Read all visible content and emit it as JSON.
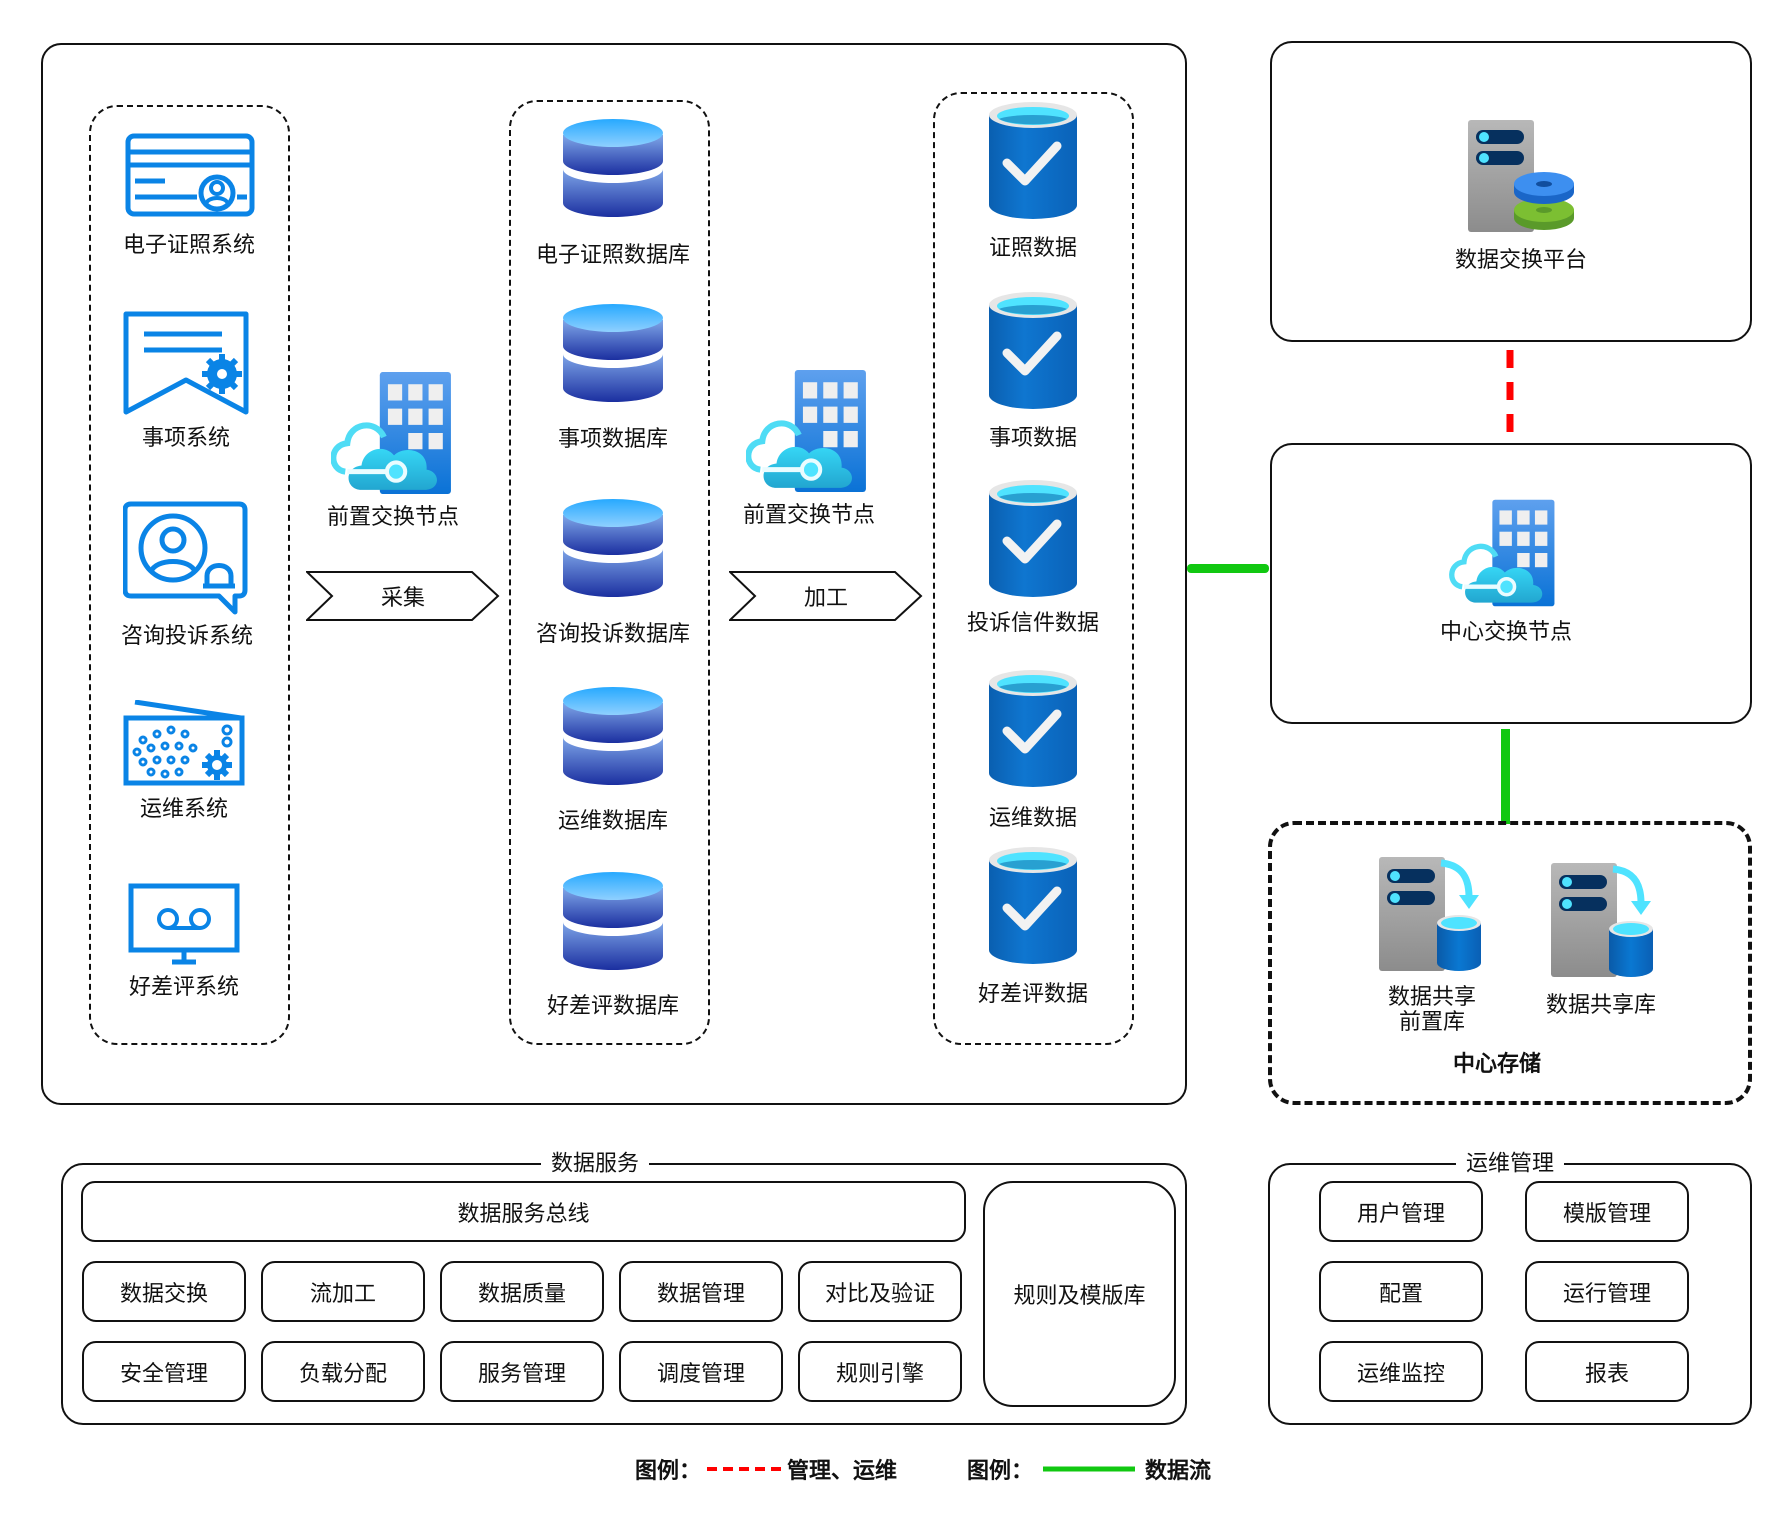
{
  "sources": {
    "items": [
      {
        "label": "电子证照系统",
        "icon": "id-card-icon"
      },
      {
        "label": "事项系统",
        "icon": "document-gear-icon"
      },
      {
        "label": "咨询投诉系统",
        "icon": "chat-user-bell-icon"
      },
      {
        "label": "运维系统",
        "icon": "radio-gear-icon"
      },
      {
        "label": "好差评系统",
        "icon": "voicemail-monitor-icon"
      }
    ]
  },
  "front_node_1": {
    "label": "前置交换节点",
    "icon": "cloud-building-icon"
  },
  "collect_arrow": {
    "label": "采集"
  },
  "databases": {
    "items": [
      {
        "label": "电子证照数据库"
      },
      {
        "label": "事项数据库"
      },
      {
        "label": "咨询投诉数据库"
      },
      {
        "label": "运维数据库"
      },
      {
        "label": "好差评数据库"
      }
    ]
  },
  "front_node_2": {
    "label": "前置交换节点",
    "icon": "cloud-building-icon"
  },
  "process_arrow": {
    "label": "加工"
  },
  "verified_data": {
    "items": [
      {
        "label": "证照数据"
      },
      {
        "label": "事项数据"
      },
      {
        "label": "投诉信件数据"
      },
      {
        "label": "运维数据"
      },
      {
        "label": "好差评数据"
      }
    ]
  },
  "exchange_platform": {
    "label": "数据交换平台",
    "icon": "server-disks-icon"
  },
  "center_node": {
    "label": "中心交换节点",
    "icon": "cloud-building-icon"
  },
  "central_storage": {
    "title": "中心存储",
    "items": [
      {
        "label_line1": "数据共享",
        "label_line2": "前置库",
        "icon": "server-database-icon"
      },
      {
        "label_line1": "数据共享库",
        "label_line2": "",
        "icon": "server-database-icon"
      }
    ]
  },
  "data_services": {
    "title": "数据服务",
    "bus": "数据服务总线",
    "row1": [
      "数据交换",
      "流加工",
      "数据质量",
      "数据管理",
      "对比及验证"
    ],
    "row2": [
      "安全管理",
      "负载分配",
      "服务管理",
      "调度管理",
      "规则引擎"
    ],
    "rules_library": "规则及模版库"
  },
  "ops_management": {
    "title": "运维管理",
    "items": [
      "用户管理",
      "模版管理",
      "配置",
      "运行管理",
      "运维监控",
      "报表"
    ]
  },
  "legend": {
    "prefix": "图例：",
    "management": {
      "label": "管理、运维",
      "color": "#ff0000",
      "style": "dashed"
    },
    "dataflow": {
      "label": "数据流",
      "color": "#11c811",
      "style": "solid"
    }
  },
  "colors": {
    "icon_blue": "#0a84e6",
    "db_top": "#2eb3ff",
    "db_bottom": "#1a3aa8",
    "check_db": "#0a6ec8",
    "green_line": "#11c811",
    "red_line": "#ff0000"
  }
}
